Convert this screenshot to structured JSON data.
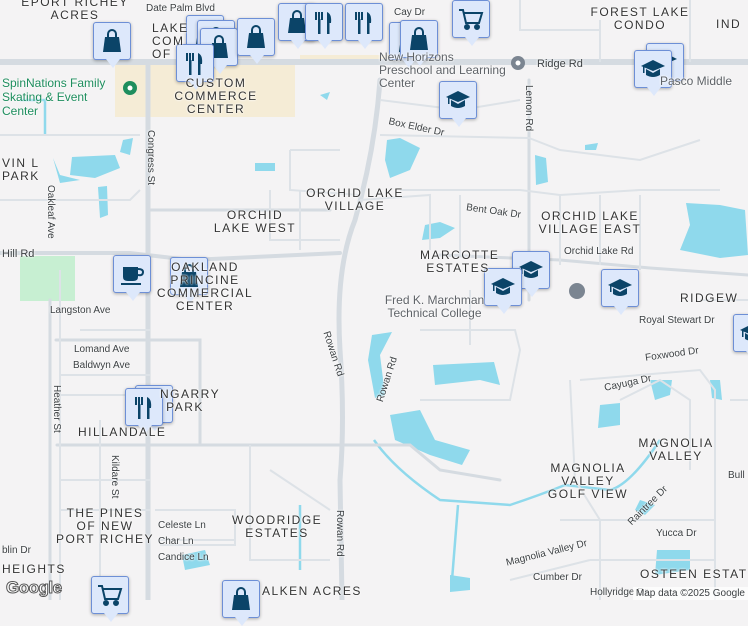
{
  "map": {
    "colors": {
      "background": "#f4f3f4",
      "road": "#d5dbe1",
      "water": "#8fd9ec",
      "park": "#c7efd2",
      "commercial": "#f5ecd6",
      "marker_fill": "#dde8fb",
      "marker_icon": "#0b4468"
    },
    "area_labels": [
      "EPORT RICHEY ACRES",
      "LAKE COM OF",
      "CUSTOM COMMERCE CENTER",
      "FOREST LAKE CONDO",
      "IND",
      "VIN L PARK",
      "ORCHID LAKE VILLAGE",
      "ORCHID LAKE WEST",
      "ORCHID LAKE VILLAGE EAST",
      "MARCOTTE ESTATES",
      "OAKLAND PRINCINE COMMERCIAL CENTER",
      "RIDGEW",
      "NGARRY PARK",
      "HILLANDALE",
      "MAGNOLIA VALLEY",
      "MAGNOLIA VALLEY GOLF VIEW",
      "THE PINES OF NEW PORT RICHEY",
      "WOODRIDGE ESTATES",
      "OSTEEN ESTAT",
      "HEIGHTS",
      "ALKEN ACRES"
    ],
    "street_labels": [
      "Date Palm Blvd",
      "Cay Dr",
      "Ridge Rd",
      "Congress St",
      "Oakleaf Ave",
      "Hill Rd",
      "Box Elder Dr",
      "Lemon Rd",
      "Bent Oak Dr",
      "Orchid Lake Rd",
      "Langston Ave",
      "Lomand Ave",
      "Baldwyn Ave",
      "Heather St",
      "Kildare St",
      "Rowan Rd",
      "Royal Stewart Dr",
      "Foxwood Dr",
      "Cayuga Dr",
      "Raintree Dr",
      "Yucca Dr",
      "Magnolia Valley Dr",
      "Cumber Dr",
      "Hollyridge Dr",
      "Celeste Ln",
      "Char Ln",
      "Candice Ln",
      "blin Dr",
      "Bull",
      "Rowan Rd",
      "Rowan Rd"
    ],
    "poi_labels": [
      "SpinNations Family Skating & Event Center",
      "New Horizons Preschool and Learning Center",
      "Fred K. Marchman Technical College",
      "Pasco Middle"
    ],
    "markers": [
      "shopping",
      "shopping",
      "shopping",
      "shopping",
      "restaurant",
      "shopping",
      "shopping",
      "restaurant",
      "restaurant",
      "grocery",
      "shopping",
      "shopping",
      "school",
      "school",
      "school",
      "cafe",
      "shopping",
      "school",
      "school",
      "school",
      "school",
      "restaurant",
      "restaurant",
      "grocery",
      "shopping"
    ],
    "attribution": "Map data ©2025 Google",
    "logo": "Google"
  }
}
